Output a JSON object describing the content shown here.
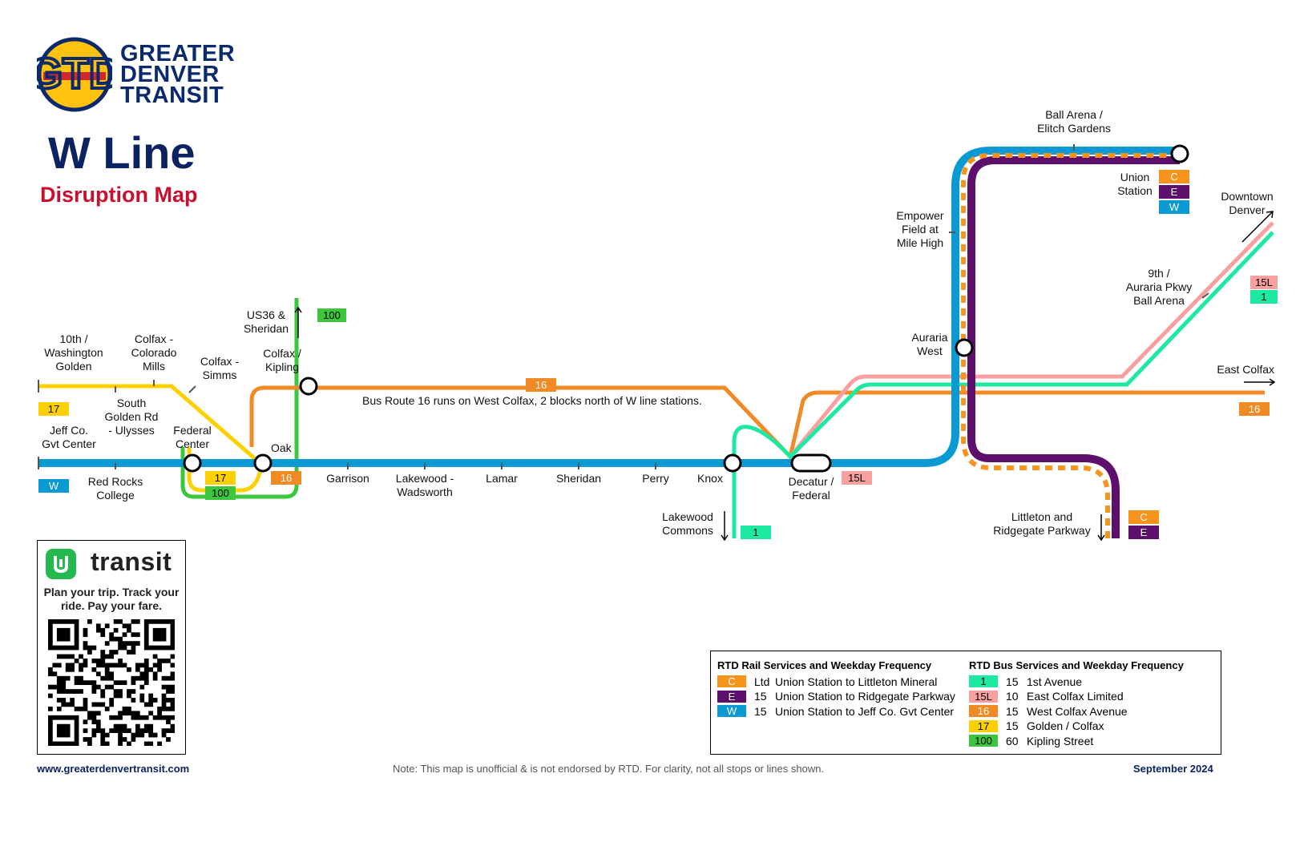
{
  "brand": {
    "line1": "GREATER",
    "line2": "DENVER",
    "line3": "TRANSIT"
  },
  "title": "W Line",
  "subtitle": "Disruption Map",
  "colors": {
    "W": "#0a9ad3",
    "E": "#5c0f6b",
    "C": "#f7941d",
    "bus16": "#f08a24",
    "bus17": "#ffd000",
    "bus100": "#3cc63c",
    "bus1": "#1de9a0",
    "bus15L": "#f8a0a0",
    "title": "#0b2360",
    "accent": "#c8102e"
  },
  "stations": {
    "tenth_washington": "10th / Washington Golden",
    "colfax_colorado_mills": "Colfax - Colorado Mills",
    "colfax_simms": "Colfax - Simms",
    "colfax_kipling": "Colfax / Kipling",
    "us36_sheridan": "US36 & Sheridan",
    "south_golden": "South Golden Rd - Ulysses",
    "jeffco": "Jeff Co. Gvt Center",
    "federal_center": "Federal Center",
    "oak": "Oak",
    "red_rocks": "Red Rocks College",
    "garrison": "Garrison",
    "lakewood_wadsworth": "Lakewood - Wadsworth",
    "lamar": "Lamar",
    "sheridan": "Sheridan",
    "perry": "Perry",
    "knox": "Knox",
    "decatur": "Decatur / Federal",
    "lakewood_commons": "Lakewood Commons",
    "auraria_west": "Auraria West",
    "empower": "Empower Field at Mile High",
    "ball_arena_elitch": "Ball Arena / Elitch Gardens",
    "union_station": "Union Station",
    "downtown": "Downtown Denver",
    "ninth_auraria": "9th / Auraria Pkwy Ball Arena",
    "east_colfax": "East Colfax",
    "littleton": "Littleton and Ridgegate Parkway"
  },
  "note_16": "Bus Route 16 runs on West Colfax, 2 blocks north of W line stations.",
  "badges": {
    "W": "W",
    "E": "E",
    "C": "C",
    "r1": "1",
    "r15L": "15L",
    "r16": "16",
    "r17": "17",
    "r100": "100"
  },
  "transit_app": {
    "name": "transit",
    "tagline": "Plan your trip. Track your ride. Pay your fare."
  },
  "legend": {
    "rail_header": "RTD Rail Services and Weekday Frequency",
    "bus_header": "RTD Bus Services and Weekday Frequency",
    "rail": [
      {
        "route": "C",
        "freq": "Ltd",
        "desc": "Union Station to Littleton Mineral",
        "color": "#f7941d"
      },
      {
        "route": "E",
        "freq": "15",
        "desc": "Union Station to Ridgegate Parkway",
        "color": "#5c0f6b"
      },
      {
        "route": "W",
        "freq": "15",
        "desc": "Union Station to Jeff Co. Gvt Center",
        "color": "#0a9ad3"
      }
    ],
    "bus": [
      {
        "route": "1",
        "freq": "15",
        "desc": "1st Avenue",
        "color": "#1de9a0"
      },
      {
        "route": "15L",
        "freq": "10",
        "desc": "East Colfax Limited",
        "color": "#f8a0a0"
      },
      {
        "route": "16",
        "freq": "15",
        "desc": "West Colfax Avenue",
        "color": "#f08a24"
      },
      {
        "route": "17",
        "freq": "15",
        "desc": "Golden / Colfax",
        "color": "#ffd000"
      },
      {
        "route": "100",
        "freq": "60",
        "desc": "Kipling Street",
        "color": "#3cc63c"
      }
    ]
  },
  "footer": {
    "website": "www.greaterdenvertransit.com",
    "note": "Note: This map is unofficial & is not endorsed by RTD. For clarity, not all stops or lines shown.",
    "date": "September 2024"
  }
}
